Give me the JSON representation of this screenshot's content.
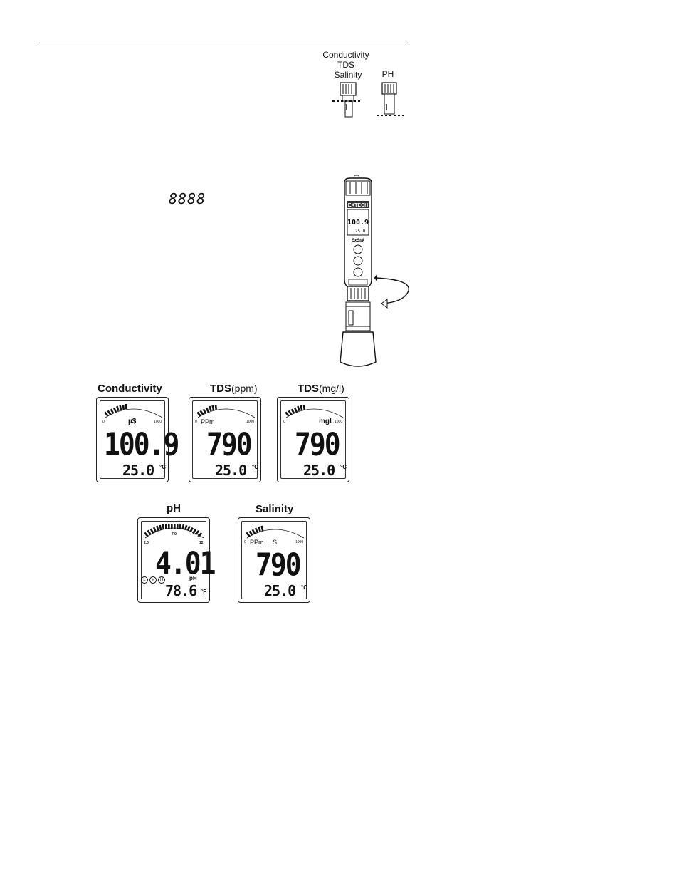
{
  "probes": {
    "left_labels": [
      "Conductivity",
      "TDS",
      "Salinity"
    ],
    "right_label": "PH"
  },
  "segment_test": "8888",
  "displays": [
    {
      "title": "Conductivity",
      "title_suffix": "",
      "unit": "µ$",
      "range_min": "0",
      "range_max": "1000",
      "value": "100.9",
      "temp": "25.0",
      "temp_unit": "°C"
    },
    {
      "title": "TDS",
      "title_suffix": "(ppm)",
      "unit": "PPm",
      "range_min": "0",
      "range_max": "1000",
      "value": "790",
      "temp": "25.0",
      "temp_unit": "°C"
    },
    {
      "title": "TDS",
      "title_suffix": "(mg/l)",
      "unit": "mgL",
      "range_min": "0",
      "range_max": "1000",
      "value": "790",
      "temp": "25.0",
      "temp_unit": "°C"
    },
    {
      "title": "pH",
      "title_suffix": "",
      "unit": "pH",
      "range_min": "2.0",
      "range_mid": "7.0",
      "range_max": "12",
      "value": "4.01",
      "temp": "78.6",
      "temp_unit": "°F",
      "cal_markers": [
        "L",
        "M",
        "H"
      ]
    },
    {
      "title": "Salinity",
      "title_suffix": "",
      "unit": "PPm",
      "unit2": "S",
      "range_min": "0",
      "range_max": "1000",
      "value": "790",
      "temp": "25.0",
      "temp_unit": "°C"
    }
  ],
  "meter": {
    "brand": "EXTECH",
    "screen_value": "100.9",
    "screen_temp": "25.0",
    "model": "ExStik"
  }
}
